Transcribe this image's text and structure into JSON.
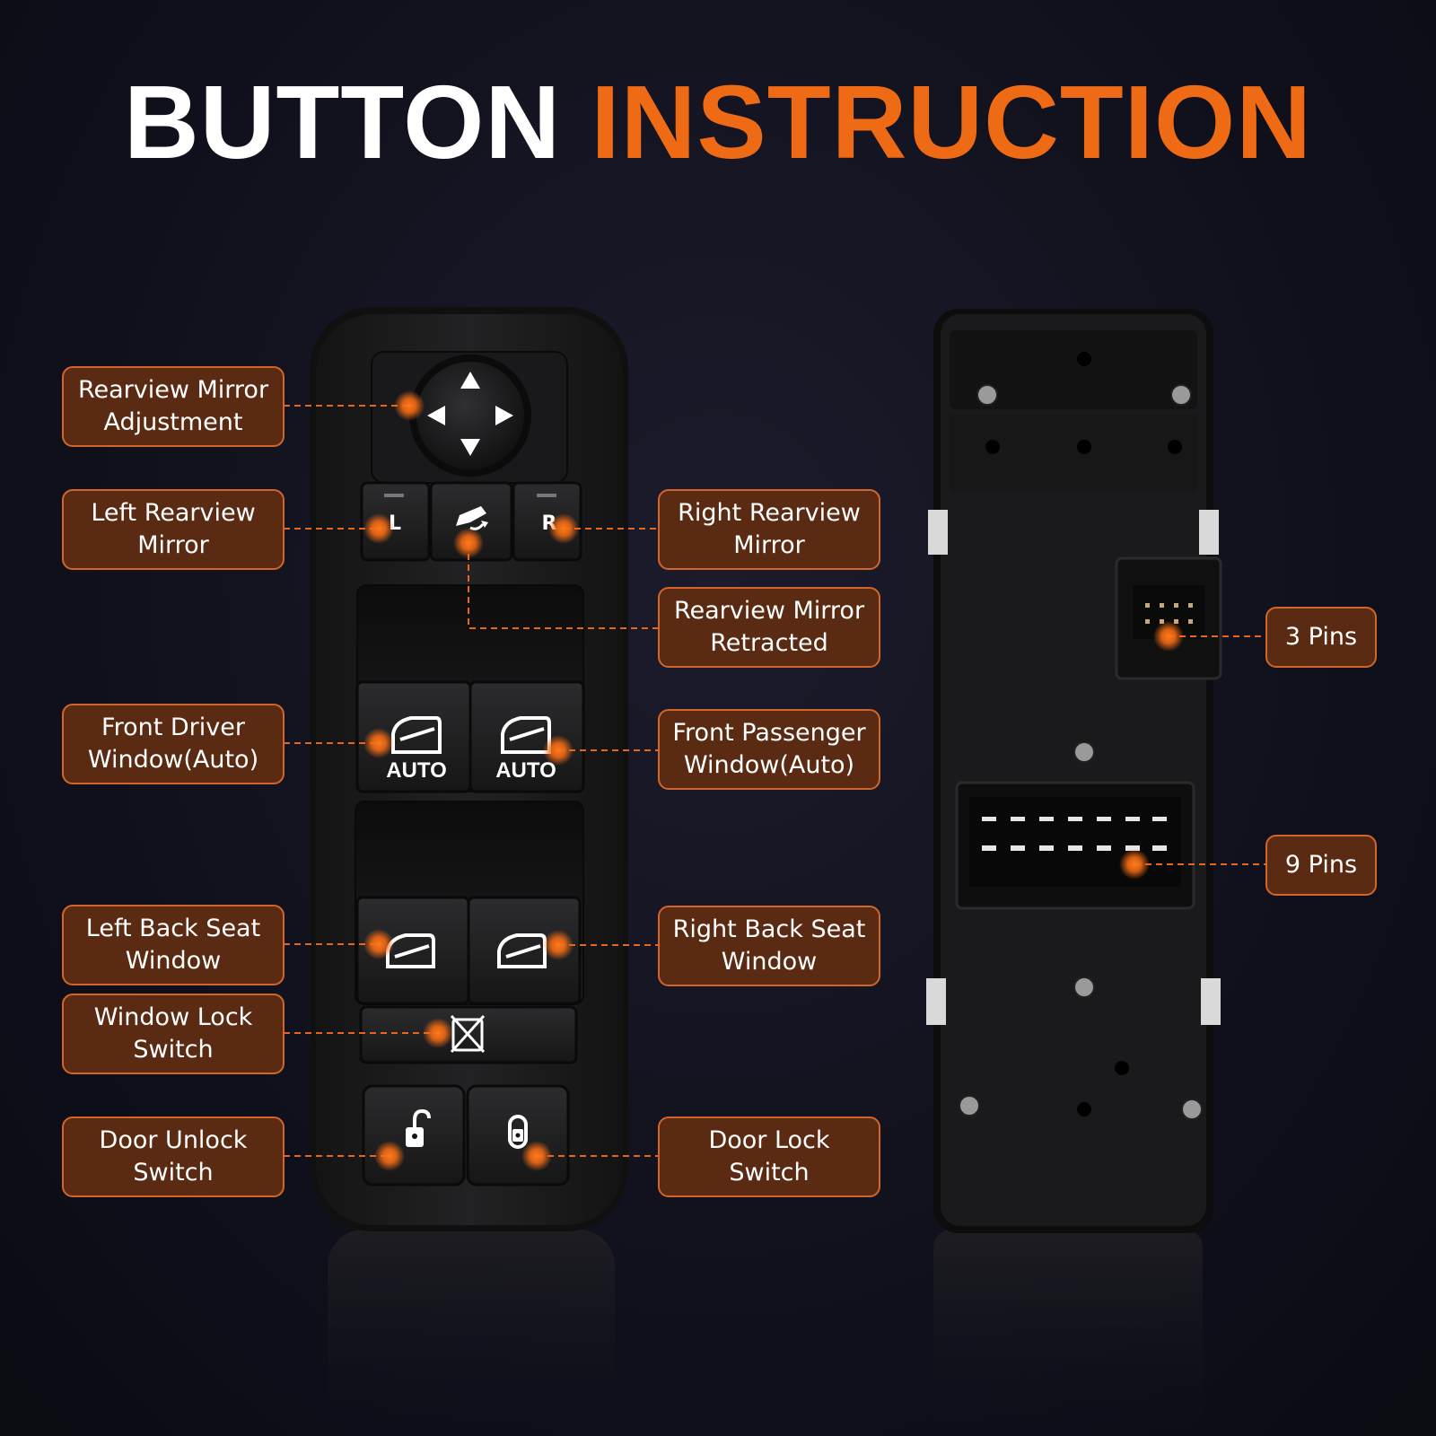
{
  "title": {
    "part1": "BUTTON",
    "part2": "INSTRUCTION"
  },
  "colors": {
    "accent": "#ee6a14",
    "callout_bg": "#5a2a12",
    "callout_border": "#d2662a",
    "leader": "#e8661c"
  },
  "front_panel": {
    "mirror_left_letter": "L",
    "mirror_right_letter": "R",
    "auto_label": "AUTO",
    "icons": [
      "arrow-up-icon",
      "arrow-down-icon",
      "arrow-left-icon",
      "arrow-right-icon",
      "mirror-fold-icon",
      "window-icon",
      "window-lock-icon",
      "unlock-icon",
      "lock-icon"
    ]
  },
  "callouts": {
    "rearview_mirror_adjustment": [
      "Rearview Mirror",
      "Adjustment"
    ],
    "left_rearview_mirror": [
      "Left Rearview",
      "Mirror"
    ],
    "right_rearview_mirror": [
      "Right Rearview",
      "Mirror"
    ],
    "rearview_mirror_retracted": [
      "Rearview Mirror",
      "Retracted"
    ],
    "front_driver_window": [
      "Front Driver",
      "Window(Auto)"
    ],
    "front_passenger_window": [
      "Front Passenger",
      "Window(Auto)"
    ],
    "left_back_seat_window": [
      "Left Back Seat",
      "Window"
    ],
    "right_back_seat_window": [
      "Right Back Seat",
      "Window"
    ],
    "window_lock_switch": [
      "Window Lock",
      "Switch"
    ],
    "door_unlock_switch": [
      "Door Unlock",
      "Switch"
    ],
    "door_lock_switch": [
      "Door Lock",
      "Switch"
    ],
    "three_pins": [
      "3 Pins"
    ],
    "nine_pins": [
      "9 Pins"
    ]
  }
}
